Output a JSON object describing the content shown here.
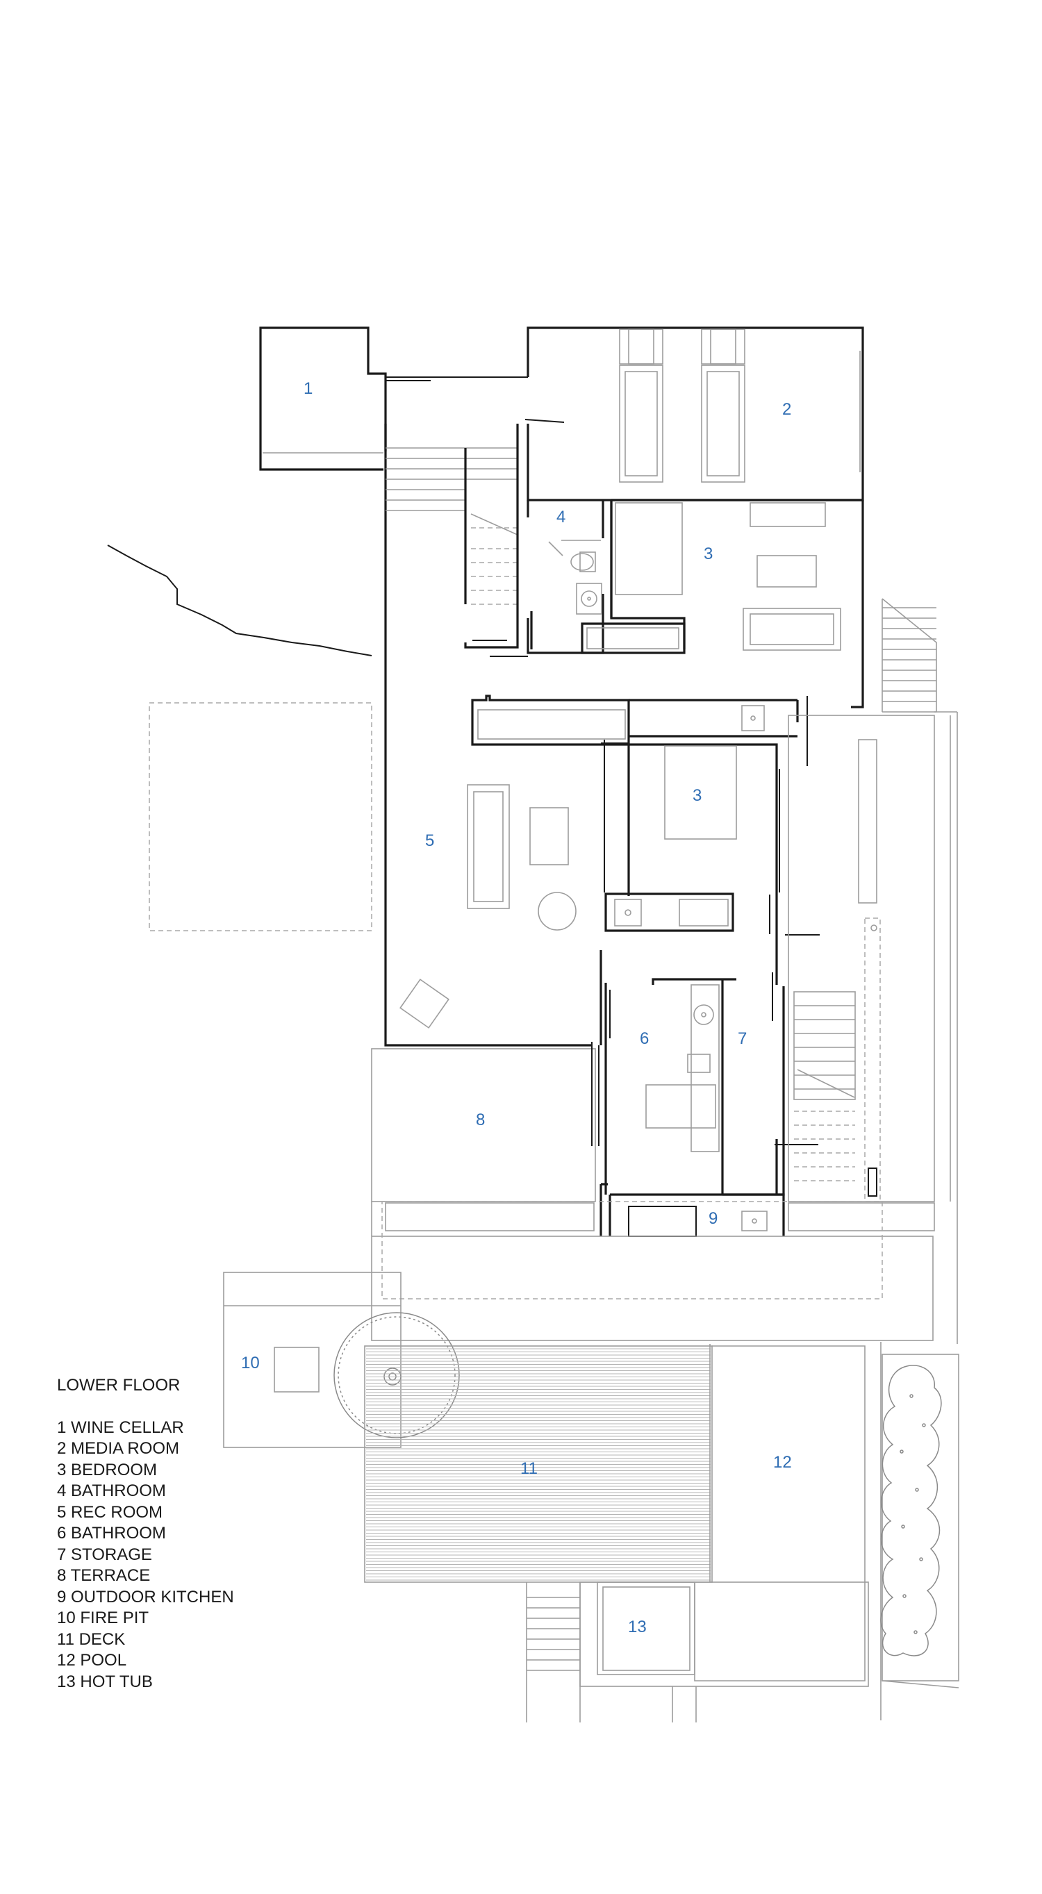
{
  "plan_title": "LOWER FLOOR",
  "legend": [
    "1 WINE CELLAR",
    "2 MEDIA ROOM",
    "3 BEDROOM",
    "4 BATHROOM",
    "5 REC ROOM",
    "6 BATHROOM",
    "7 STORAGE",
    "8 TERRACE",
    "9 OUTDOOR KITCHEN",
    "10 FIRE PIT",
    "11 DECK",
    "12 POOL",
    "13 HOT TUB"
  ],
  "room_labels": {
    "r1": "1",
    "r2": "2",
    "r3a": "3",
    "r3b": "3",
    "r4": "4",
    "r5": "5",
    "r6": "6",
    "r7": "7",
    "r8": "8",
    "r9": "9",
    "r10": "10",
    "r11": "11",
    "r12": "12",
    "r13": "13"
  },
  "colors": {
    "room_number": "#2f6db3",
    "wall": "#1a1a1a",
    "outline": "#9c9c9c"
  }
}
